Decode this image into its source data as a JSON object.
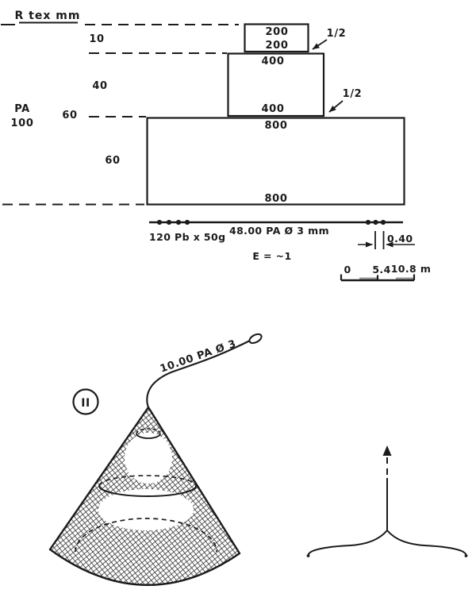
{
  "net_plan": {
    "header": "R tex mm",
    "material": {
      "name": "PA",
      "rtex_value": "100"
    },
    "depth_marks": {
      "d1": "10",
      "d2": "40",
      "d3": "60",
      "d4": "60"
    },
    "sections": [
      {
        "mesh_top": "200",
        "mesh_bottom": "200"
      },
      {
        "mesh_top": "400",
        "mesh_bottom": "400"
      },
      {
        "mesh_top": "800",
        "mesh_bottom": "800"
      }
    ],
    "taper": {
      "t1": "1/2",
      "t2": "1/2"
    },
    "footrope": {
      "weights": "120 Pb x 50g",
      "rope_spec": "48.00 PA Ø 3 mm",
      "hanging_ratio": "E = ~1",
      "weight_spacing": "0.40"
    },
    "scale_bar": {
      "zero": "0",
      "mid": "5.4",
      "end": "10.8 m"
    }
  },
  "cast_net_view": {
    "figure_number": "II",
    "hauling_line_spec": "10.00 PA Ø 3"
  },
  "colors": {
    "ink": "#1b1b1b",
    "background": "#ffffff",
    "scalebar_gray": "#9a9a9a"
  }
}
